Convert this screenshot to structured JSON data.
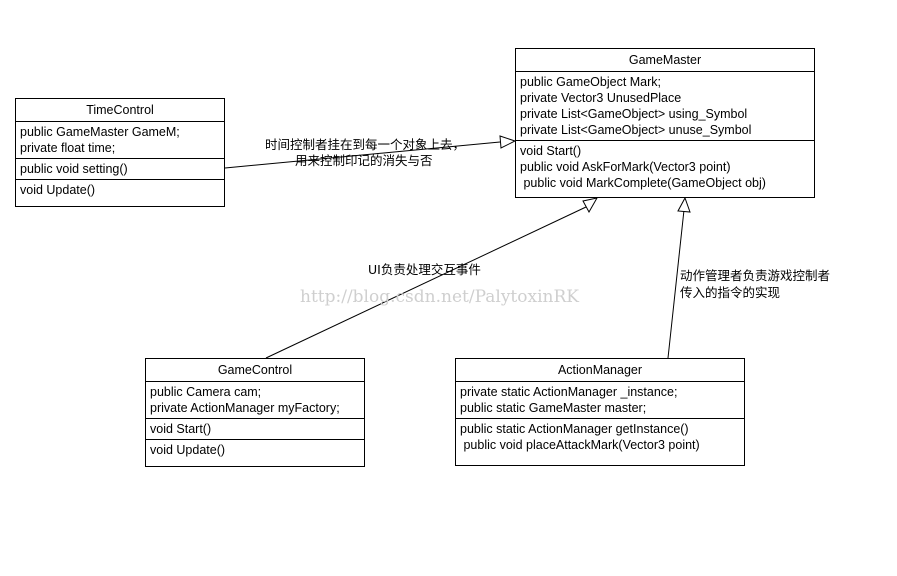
{
  "classes": {
    "timecontrol": {
      "name": "TimeControl",
      "attributes": [
        "public GameMaster GameM;",
        "private float time;"
      ],
      "methods_a": [
        "public void setting()"
      ],
      "methods_b": [
        "void Update()"
      ]
    },
    "gamemaster": {
      "name": "GameMaster",
      "attributes": [
        "public GameObject Mark;",
        "private Vector3 UnusedPlace",
        "private List<GameObject> using_Symbol",
        "private List<GameObject> unuse_Symbol"
      ],
      "methods": [
        "void Start()",
        "public void AskForMark(Vector3 point)",
        " public void MarkComplete(GameObject obj)"
      ]
    },
    "gamecontrol": {
      "name": "GameControl",
      "attributes": [
        "public Camera cam;",
        "private ActionManager myFactory;"
      ],
      "methods_a": [
        "void Start()"
      ],
      "methods_b": [
        "void Update()"
      ]
    },
    "actionmanager": {
      "name": "ActionManager",
      "attributes": [
        "private static ActionManager _instance;",
        "public static GameMaster master;"
      ],
      "methods": [
        "public static ActionManager getInstance()",
        " public void placeAttackMark(Vector3 point)"
      ]
    }
  },
  "notes": {
    "timecontrol_line1": "时间控制者挂在到每一个对象上去，",
    "timecontrol_line2": "用来控制印记的消失与否",
    "ui": "UI负责处理交互事件",
    "action_line1": "动作管理者负责游戏控制者",
    "action_line2": "传入的指令的实现"
  },
  "watermark": "http://blog.csdn.net/PalytoxinRK"
}
